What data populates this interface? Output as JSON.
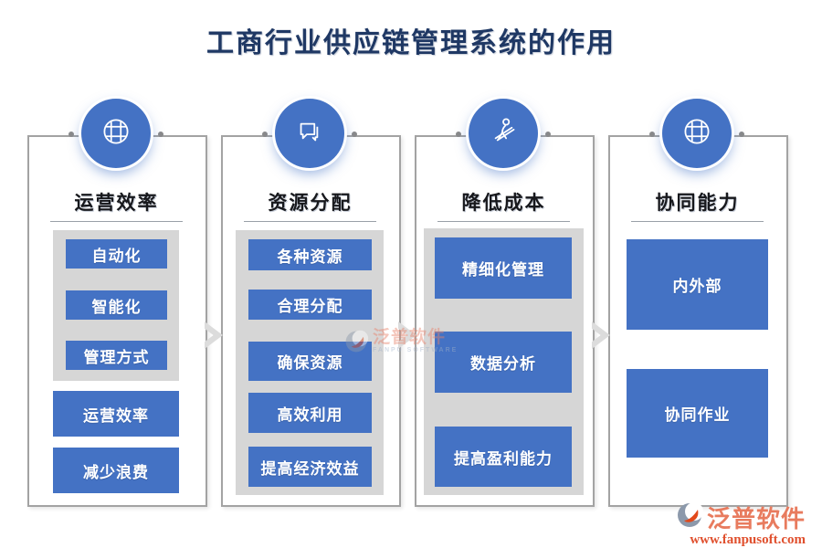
{
  "title": "工商行业供应链管理系统的作用",
  "columns": [
    {
      "icon": "globe-icon",
      "heading": "运营效率",
      "panel_items": [
        "自动化",
        "智能化",
        "管理方式"
      ],
      "outside_items": [
        "运营效率",
        "减少浪费"
      ]
    },
    {
      "icon": "chat-icon",
      "heading": "资源分配",
      "panel_items": [
        "各种资源",
        "合理分配",
        "确保资源",
        "高效利用",
        "提高经济效益"
      ],
      "outside_items": []
    },
    {
      "icon": "person-icon",
      "heading": "降低成本",
      "panel_items": [
        "精细化管理",
        "数据分析",
        "提高盈利能力"
      ],
      "outside_items": []
    },
    {
      "icon": "globe-icon",
      "heading": "协同能力",
      "panel_items": [],
      "outside_items": [
        "内外部",
        "协同作业"
      ]
    }
  ],
  "watermark": {
    "name": "泛普软件",
    "subname": "FANPU SOFTWARE"
  },
  "footer_logo": {
    "name": "泛普软件",
    "url": "www.fanpusoft.com"
  },
  "colors": {
    "accent_blue": "#4472C4",
    "panel_gray": "#D6D6D6",
    "title_navy": "#1F3864",
    "frame_gray": "#A3A3A3",
    "chevron_gray": "#DCDCDC",
    "logo_orange": "#E2491B",
    "logo_gray": "#8C99AB",
    "url_orange": "#E0502E"
  }
}
